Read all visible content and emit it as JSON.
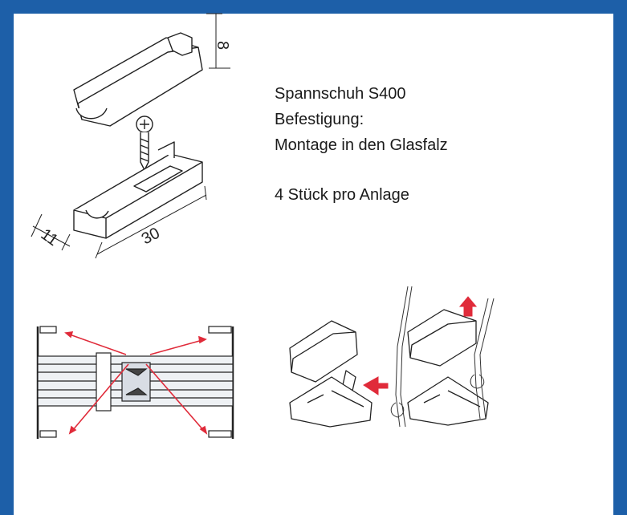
{
  "product": {
    "name": "Spannschuh S400",
    "fastening_label": "Befestigung:",
    "mounting": "Montage in den Glasfalz",
    "quantity": "4  Stück pro Anlage"
  },
  "dimensions": {
    "height": "8",
    "width": "11",
    "length": "30"
  },
  "colors": {
    "frame": "#1d5fa8",
    "arrow": "#e02b3a"
  }
}
